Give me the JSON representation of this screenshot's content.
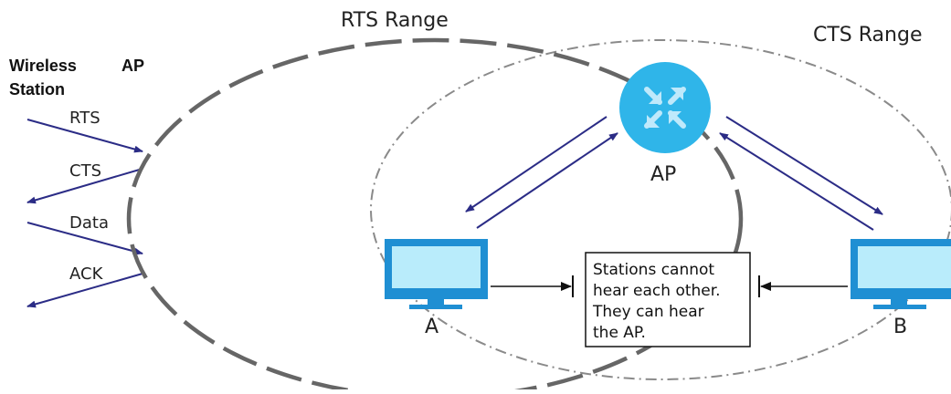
{
  "handshake": {
    "station_label_line1": "Wireless",
    "station_label_line2": "Station",
    "ap_label": "AP",
    "messages": [
      "RTS",
      "CTS",
      "Data",
      "ACK"
    ]
  },
  "network": {
    "rts_range_label": "RTS Range",
    "cts_range_label": "CTS Range",
    "ap_label": "AP",
    "station_a_label": "A",
    "station_b_label": "B",
    "note_lines": [
      "Stations cannot",
      "hear each other.",
      "They can hear",
      "the AP."
    ]
  },
  "colors": {
    "arrow": "#2b2c86",
    "ap_fill": "#2fb5e9",
    "monitor_frame": "#1f8fd3",
    "monitor_screen": "#b9ecfb",
    "rts_range_line": "#666666",
    "cts_range_line": "#8a8a8a"
  },
  "icons": {
    "ap": "wireless-router-icon",
    "station": "computer-monitor-icon"
  }
}
